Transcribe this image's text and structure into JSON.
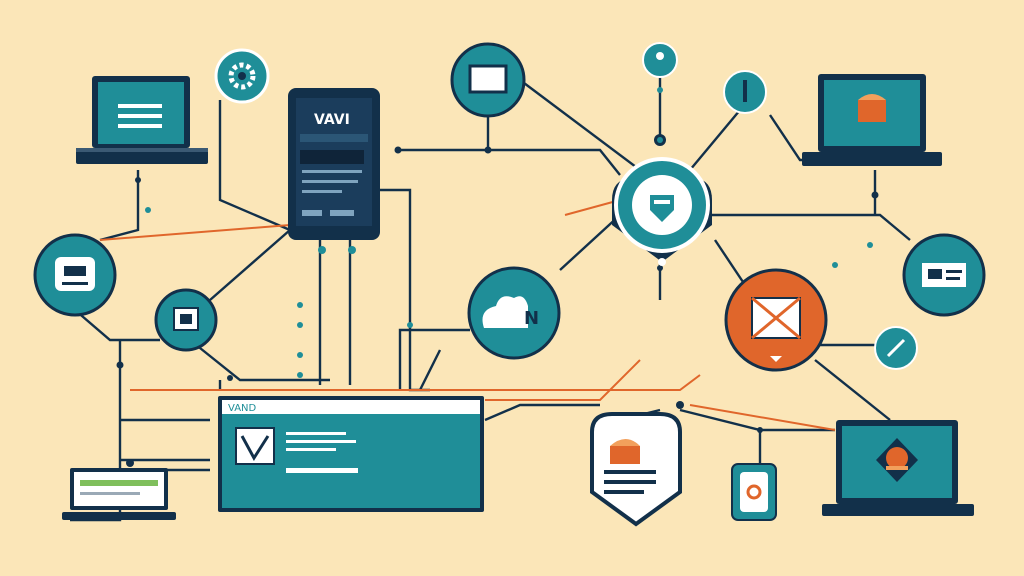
{
  "illustration": {
    "colors": {
      "background": "#fbe6b8",
      "teal": "#1f8e98",
      "navy": "#12304a",
      "orange": "#e0662b",
      "white": "#ffffff"
    },
    "tablet_label": "VAVI",
    "monitor_label": "VAND",
    "cloud_label": "N",
    "nodes": [
      "laptop-icon",
      "gear-icon",
      "tablet-icon",
      "screen-icon",
      "pin-icon",
      "info-icon",
      "laptop-icon",
      "badge-icon",
      "window-icon",
      "shield-icon",
      "cloud-icon",
      "envelope-icon",
      "card-icon",
      "pin-icon",
      "monitor-icon",
      "laptop-icon",
      "shield-icon",
      "phone-icon",
      "laptop-icon"
    ]
  }
}
